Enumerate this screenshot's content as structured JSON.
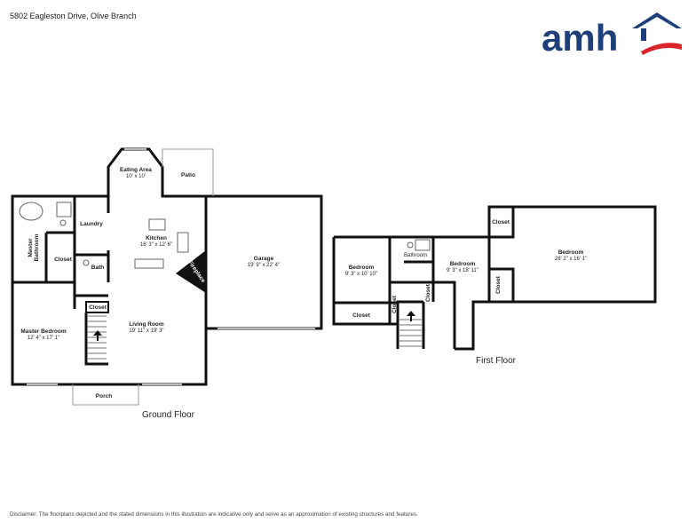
{
  "header": {
    "address": "5802 Eagleston Drive, Olive Branch"
  },
  "logo": {
    "text": "amh",
    "brand_color": "#1f3f7a",
    "accent_color": "#d9252a"
  },
  "ground_floor": {
    "label": "Ground Floor",
    "rooms": {
      "eating_area": {
        "name": "Eating Area",
        "dims": "10' x 10'"
      },
      "patio": {
        "name": "Patio"
      },
      "laundry": {
        "name": "Laundry"
      },
      "kitchen": {
        "name": "Kitchen",
        "dims": "16' 3\" x 12' 6\""
      },
      "master_bathroom": {
        "name_1": "Master",
        "name_2": "Bathroom"
      },
      "closet_a": {
        "name": "Closet"
      },
      "bath": {
        "name": "Bath"
      },
      "fireplace": {
        "name": "Fireplace"
      },
      "garage": {
        "name": "Garage",
        "dims": "19' 9\" x 22' 4\""
      },
      "closet_b": {
        "name": "Closet"
      },
      "master_bedroom": {
        "name": "Master Bedroom",
        "dims": "12' 4\" x 17' 1\""
      },
      "living_room": {
        "name": "Living Room",
        "dims": "19' 11\" x 19' 3\""
      },
      "porch": {
        "name": "Porch"
      }
    }
  },
  "first_floor": {
    "label": "First Floor",
    "rooms": {
      "bedroom_1": {
        "name": "Bedroom",
        "dims": "9' 3\" x 10' 10\""
      },
      "closet_1": {
        "name": "Closet"
      },
      "closet_2": {
        "name": "Closet"
      },
      "bathroom": {
        "name": "Bathroom"
      },
      "closet_3": {
        "name": "Closet"
      },
      "bedroom_2": {
        "name": "Bedroom",
        "dims": "9' 3\" x 18' 11\""
      },
      "closet_4": {
        "name": "Closet"
      },
      "bedroom_3": {
        "name": "Bedroom",
        "dims": "28' 2\" x 16' 1\""
      },
      "closet_5": {
        "name": "Closet"
      }
    }
  },
  "disclaimer": "Disclaimer: The floorplans depicted and the stated dimensions in this illustration are indicative only and serve as an approximation of existing structures and features."
}
